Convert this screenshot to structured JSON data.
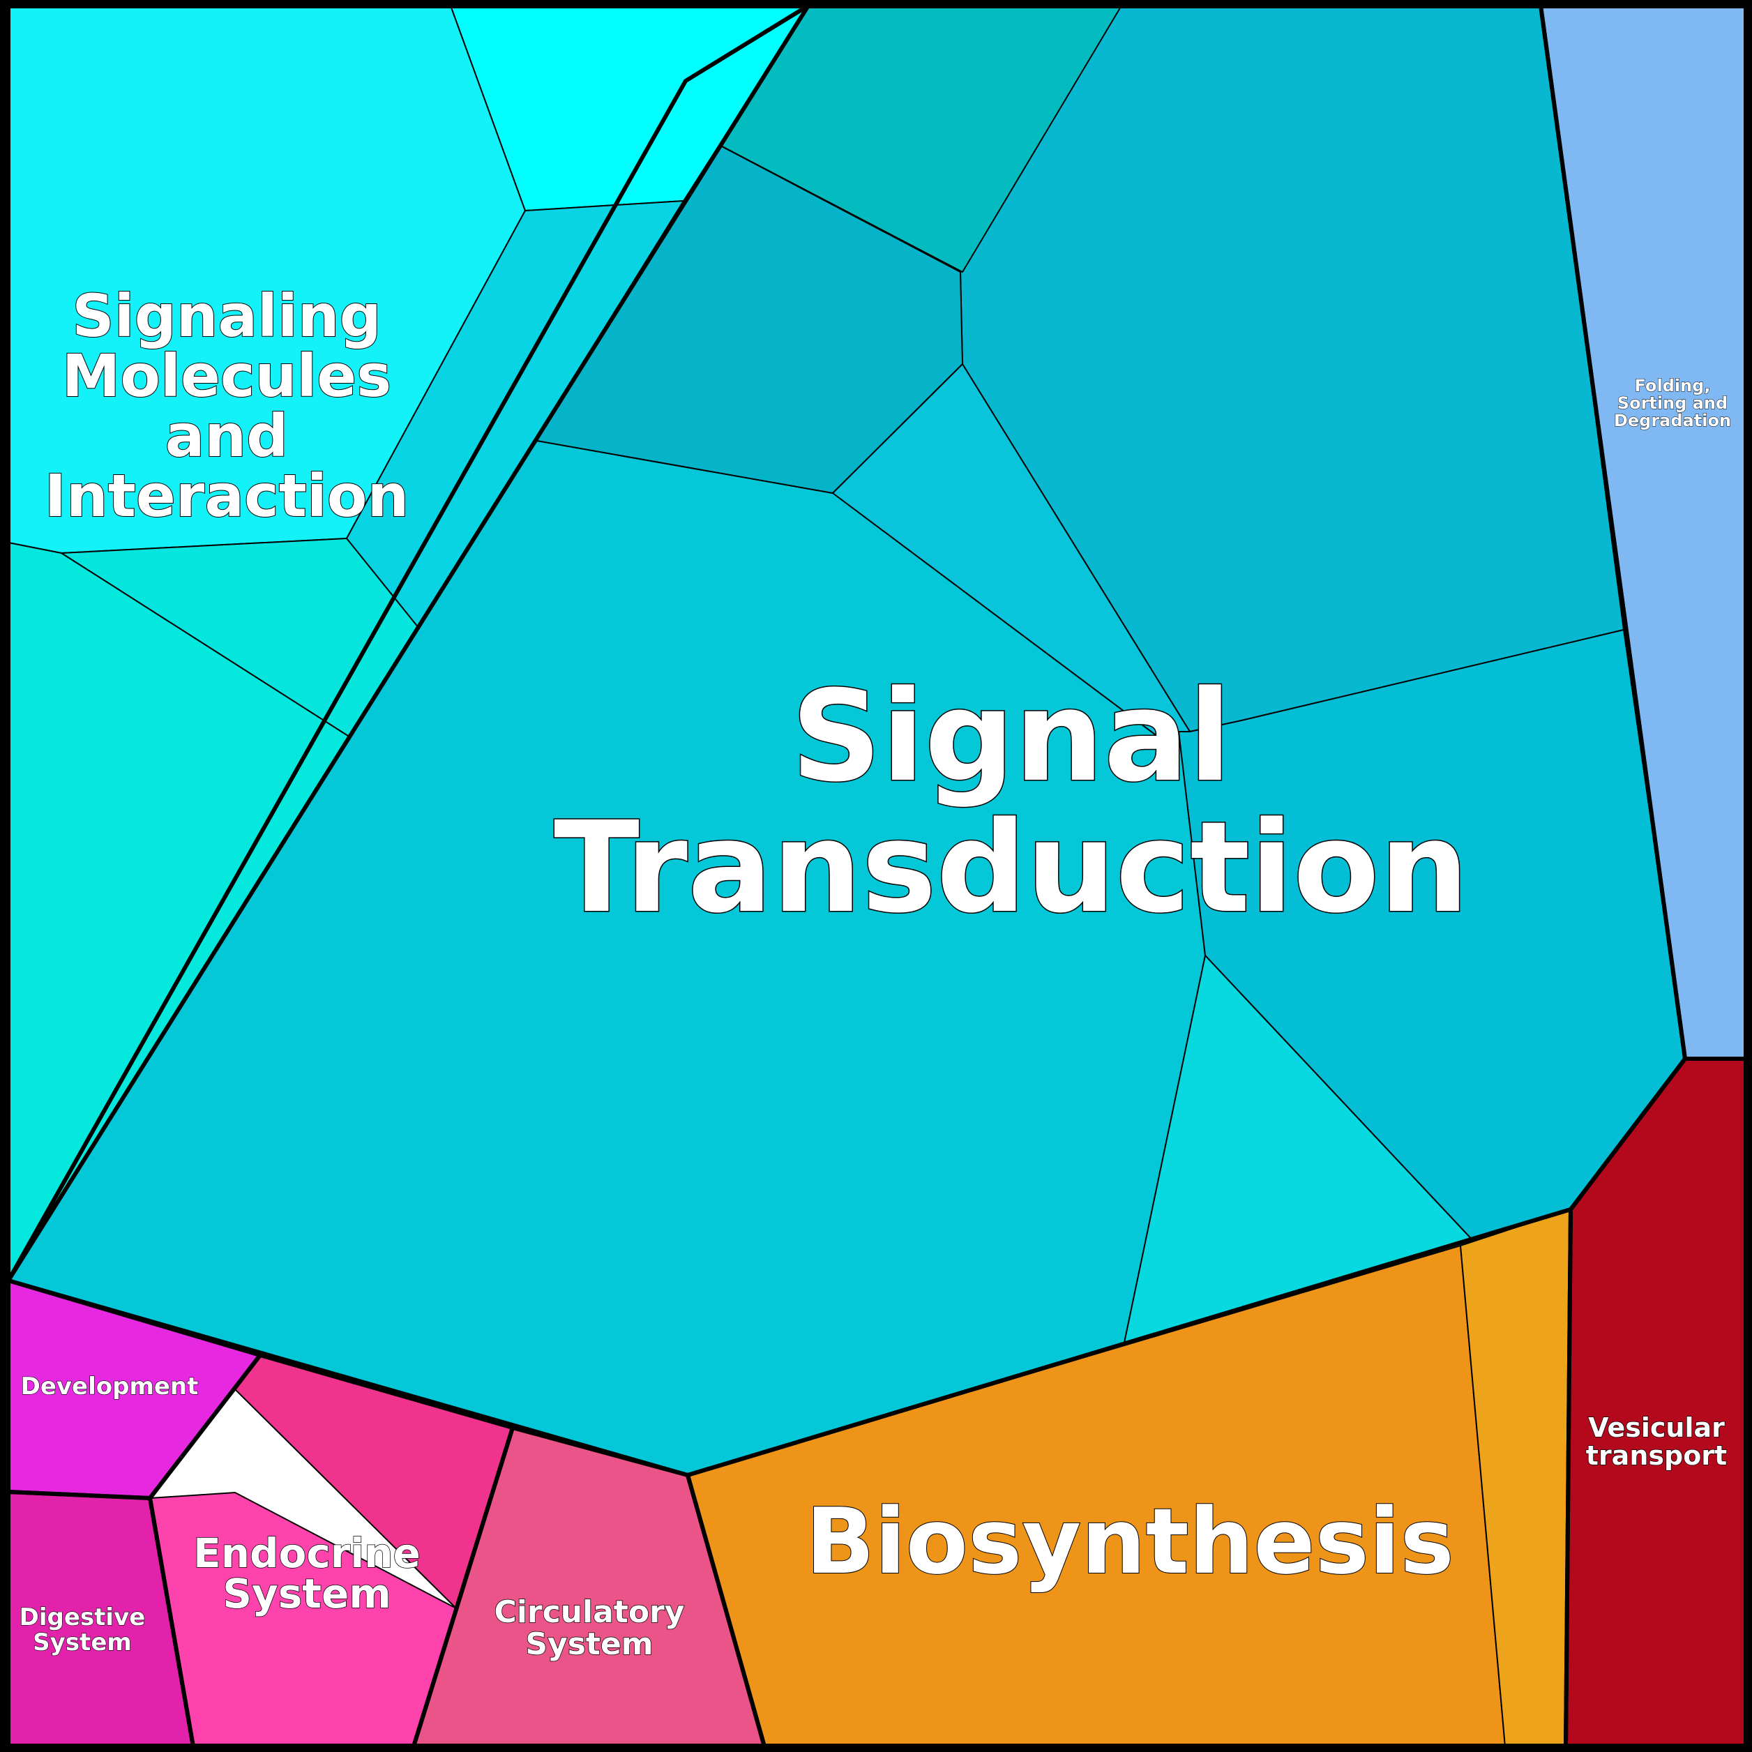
{
  "chart_data": {
    "type": "voronoi-treemap",
    "groups": [
      {
        "name": "Signal Transduction",
        "color": "#04c8d8",
        "cells": [
          {
            "color": "#04c8d8"
          },
          {
            "color": "#08b8d0"
          },
          {
            "color": "#06b4ca"
          },
          {
            "color": "#04bcc0"
          },
          {
            "color": "#0ac4dc"
          },
          {
            "color": "#04bed6"
          },
          {
            "color": "#08d8e0"
          }
        ]
      },
      {
        "name": "Signaling Molecules and Interaction",
        "color": "#12f2f8",
        "cells": [
          {
            "color": "#12f2f8"
          },
          {
            "color": "#00ffff"
          },
          {
            "color": "#08d4e4"
          },
          {
            "color": "#06e6de"
          },
          {
            "color": "#04e8de"
          }
        ]
      },
      {
        "name": "Folding, Sorting and Degradation",
        "color": "#80b8f4",
        "cells": [
          {
            "color": "#80b8f4"
          }
        ]
      },
      {
        "name": "Vesicular transport",
        "color": "#b4081c",
        "cells": [
          {
            "color": "#b4081c"
          }
        ]
      },
      {
        "name": "Biosynthesis",
        "color": "#ee9418",
        "cells": [
          {
            "color": "#ee9418"
          },
          {
            "color": "#eea41a"
          }
        ]
      },
      {
        "name": "Circulatory System",
        "color": "#ea5488",
        "cells": [
          {
            "color": "#ea5488"
          }
        ]
      },
      {
        "name": "Endocrine System",
        "color": "#fe44ac",
        "cells": [
          {
            "color": "#fe44ac"
          },
          {
            "color": "#f0348e"
          }
        ]
      },
      {
        "name": "Development",
        "color": "#e628e0",
        "cells": [
          {
            "color": "#e628e0"
          }
        ]
      },
      {
        "name": "Digestive System",
        "color": "#e222aa",
        "cells": [
          {
            "color": "#e222aa"
          }
        ]
      }
    ]
  }
}
